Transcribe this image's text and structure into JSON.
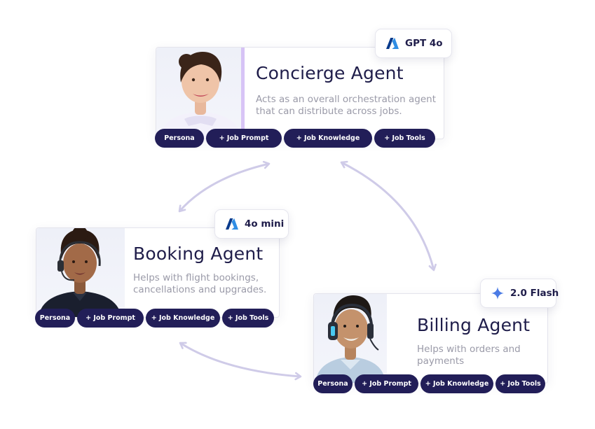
{
  "agents": {
    "concierge": {
      "name": "Concierge Agent",
      "description": "Acts as an overall orchestration agent that can distribute across jobs.",
      "model": "GPT 4o",
      "model_icon": "azure-icon",
      "chips": [
        "Persona",
        "+ Job Prompt",
        "+ Job Knowledge",
        "+ Job Tools"
      ]
    },
    "booking": {
      "name": "Booking Agent",
      "description": "Helps with flight bookings, cancellations and upgrades.",
      "model": "4o mini",
      "model_icon": "azure-icon",
      "chips": [
        "Persona",
        "+ Job Prompt",
        "+ Job Knowledge",
        "+ Job Tools"
      ]
    },
    "billing": {
      "name": "Billing Agent",
      "description": "Helps with orders and payments",
      "model": "2.0 Flash",
      "model_icon": "gemini-sparkle-icon",
      "chips": [
        "Persona",
        "+ Job Prompt",
        "+ Job Knowledge",
        "+ Job Tools"
      ]
    }
  },
  "colors": {
    "chip_bg": "#221e58",
    "title": "#1f1d4a",
    "description": "#9a9aa8",
    "arrow": "#cfcbe8",
    "azure_dark": "#0a3b8c",
    "azure_light": "#2f8de4",
    "gemini": "#4b7be5"
  }
}
